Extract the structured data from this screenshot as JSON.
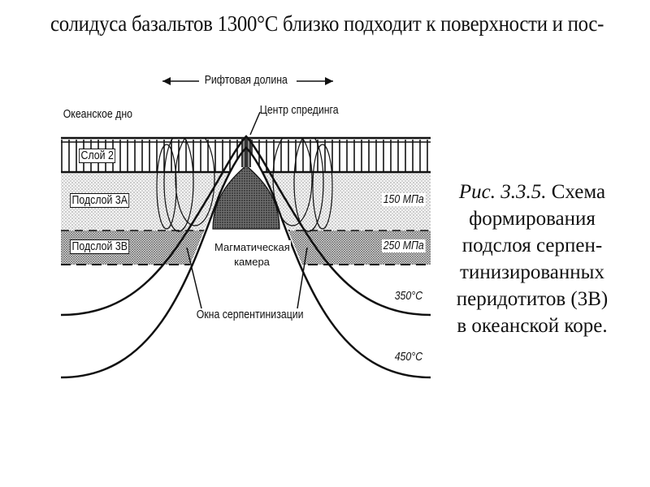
{
  "top_text": "солидуса базальтов 1300°С близко подходит к поверхности и пос-",
  "diagram": {
    "labels": {
      "rift_valley": "Рифтовая долина",
      "ocean_floor": "Океанское дно",
      "spreading_center": "Центр спрединга",
      "layer2": "Слой 2",
      "sublayer3a": "Подслой 3А",
      "sublayer3b": "Подслой 3В",
      "magma_chamber": "Магматическая камера",
      "serpentinization_windows": "Окна серпентинизации",
      "p150": "150 МПа",
      "p250": "250 МПа",
      "t350": "350°С",
      "t450": "450°С"
    }
  },
  "caption": {
    "prefix": "Рис. 3.3.5.",
    "line1_rest": " Схема",
    "line2": "формирования",
    "line3": "подслоя серпен-",
    "line4": "тинизированных",
    "line5": "перидотитов (3В)",
    "line6": "в океанской коре."
  }
}
